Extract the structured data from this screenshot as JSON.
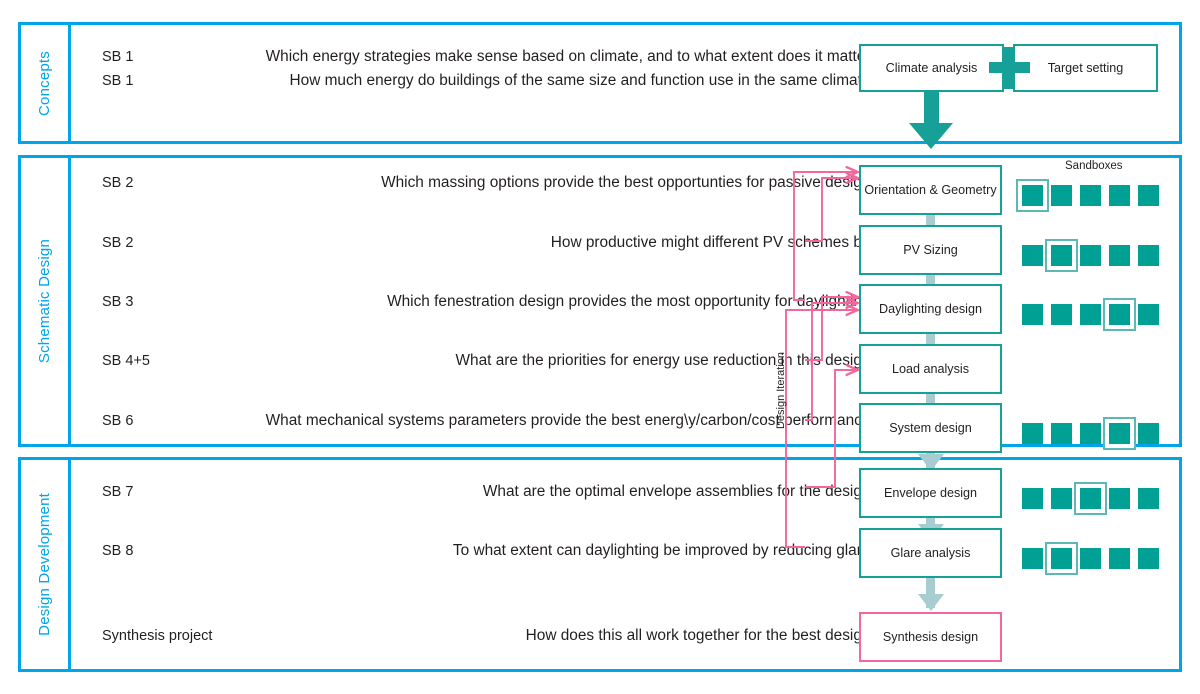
{
  "colors": {
    "phase_border": "#00a5e8",
    "phase_label": "#00a5e8",
    "process_box": "#17a098",
    "sandbox_square": "#00a094",
    "sandbox_ring": "#5bb8b4",
    "connector_arrow": "#a8cdd0",
    "feedback_arrow": "#f2679c",
    "synthesis_box": "#f2679c",
    "text": "#231f20"
  },
  "phases": [
    {
      "id": "concepts",
      "label": "Concepts",
      "questions": [
        {
          "code": "SB 1",
          "text": "Which energy strategies make sense based on climate, and to what extent does it matter?"
        },
        {
          "code": "SB 1",
          "text": "How much energy do buildings of the same size and function use in the same climate?"
        }
      ]
    },
    {
      "id": "schematic-design",
      "label": "Schematic Design",
      "questions": [
        {
          "code": "SB 2",
          "text": "Which massing options provide the best opportunties for passive design?"
        },
        {
          "code": "SB 2",
          "text": "How productive might different PV schemes be?"
        },
        {
          "code": "SB 3",
          "text": "Which fenestration design provides the most opportunity for daylighting?"
        },
        {
          "code": "SB 4+5",
          "text": "What are the priorities for energy use reduction in this design?"
        },
        {
          "code": "SB 6",
          "text": "What mechanical systems parameters provide the best energ\\y/carbon/cost performance?"
        }
      ]
    },
    {
      "id": "design-development",
      "label": "Design Development",
      "questions": [
        {
          "code": "SB 7",
          "text": "What are the optimal envelope assemblies for the design?"
        },
        {
          "code": "SB 8",
          "text": "To what extent can daylighting be improved by reducing glare?"
        },
        {
          "code": "Synthesis project",
          "text": "How does this all work together for the best design?"
        }
      ]
    }
  ],
  "concept_boxes": [
    {
      "label": "Climate analysis"
    },
    {
      "label": "Target setting"
    }
  ],
  "process_boxes": [
    {
      "id": "orientation-geometry",
      "label": "Orientation & Geometry",
      "style": "teal"
    },
    {
      "id": "pv-sizing",
      "label": "PV Sizing",
      "style": "teal"
    },
    {
      "id": "daylighting-design",
      "label": "Daylighting design",
      "style": "teal"
    },
    {
      "id": "load-analysis",
      "label": "Load analysis",
      "style": "teal"
    },
    {
      "id": "system-design",
      "label": "System design",
      "style": "teal"
    },
    {
      "id": "envelope-design",
      "label": "Envelope design",
      "style": "teal"
    },
    {
      "id": "glare-analysis",
      "label": "Glare analysis",
      "style": "teal"
    },
    {
      "id": "synthesis-design",
      "label": "Synthesis design",
      "style": "pink"
    }
  ],
  "sandboxes": {
    "title": "Sandboxes",
    "count_per_row": 5,
    "rows": [
      {
        "for": "orientation-geometry",
        "selected_index": 1
      },
      {
        "for": "pv-sizing",
        "selected_index": 2
      },
      {
        "for": "daylighting-design",
        "selected_index": 4
      },
      {
        "for": "system-design",
        "selected_index": 4
      },
      {
        "for": "envelope-design",
        "selected_index": 3
      },
      {
        "for": "glare-analysis",
        "selected_index": 2
      }
    ]
  },
  "feedback": {
    "label": "Design Iteration"
  },
  "symbols": {
    "plus": "+"
  }
}
